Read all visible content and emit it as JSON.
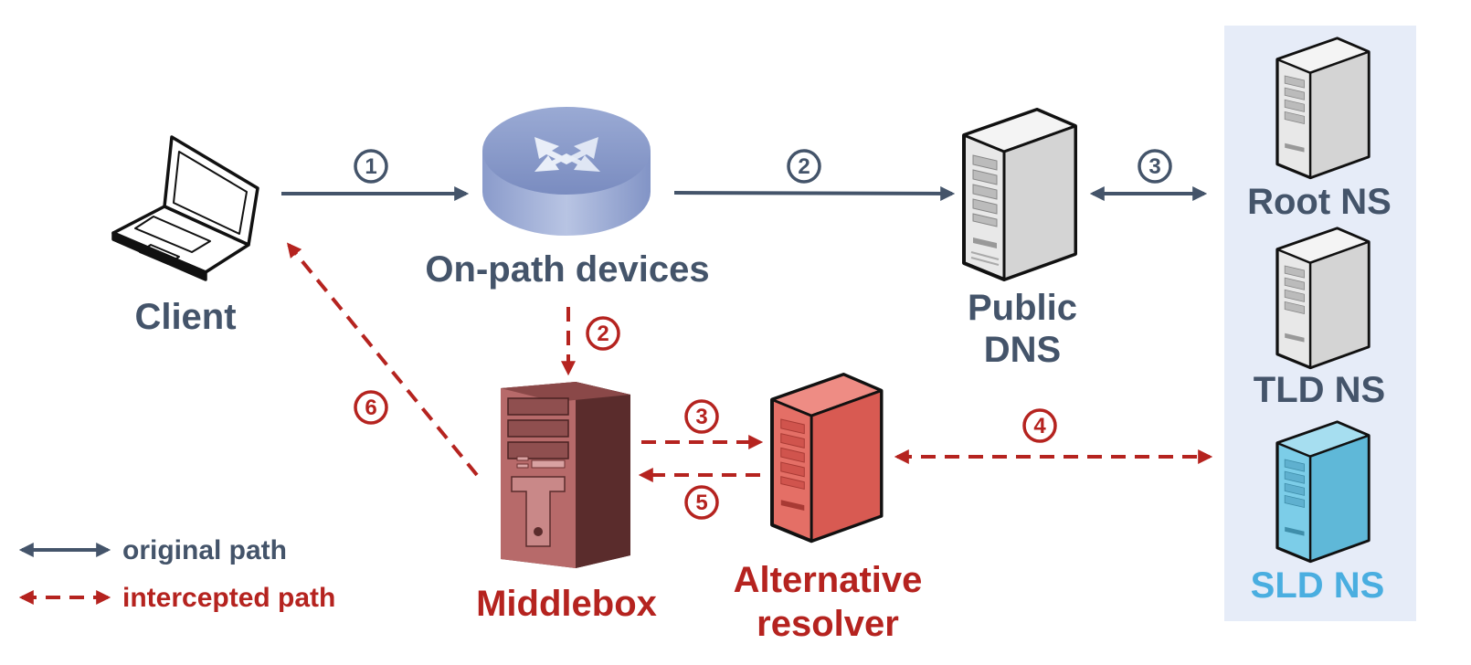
{
  "colors": {
    "original": "#44546a",
    "intercepted": "#b5231f",
    "sld": "#4aaee0",
    "panel": "#e6ecf8"
  },
  "labels": {
    "client": "Client",
    "onpath": "On-path devices",
    "public_l1": "Public",
    "public_l2": "DNS",
    "root": "Root NS",
    "tld": "TLD NS",
    "sld": "SLD NS",
    "middlebox": "Middlebox",
    "alt_l1": "Alternative",
    "alt_l2": "resolver"
  },
  "steps": {
    "orig_1": "1",
    "orig_2": "2",
    "orig_3": "3",
    "int_2": "2",
    "int_3": "3",
    "int_4": "4",
    "int_5": "5",
    "int_6": "6"
  },
  "legend": {
    "original": "original path",
    "intercepted": "intercepted path"
  },
  "icons": [
    "laptop-icon",
    "router-icon",
    "server-icon",
    "desktop-tower-icon"
  ]
}
